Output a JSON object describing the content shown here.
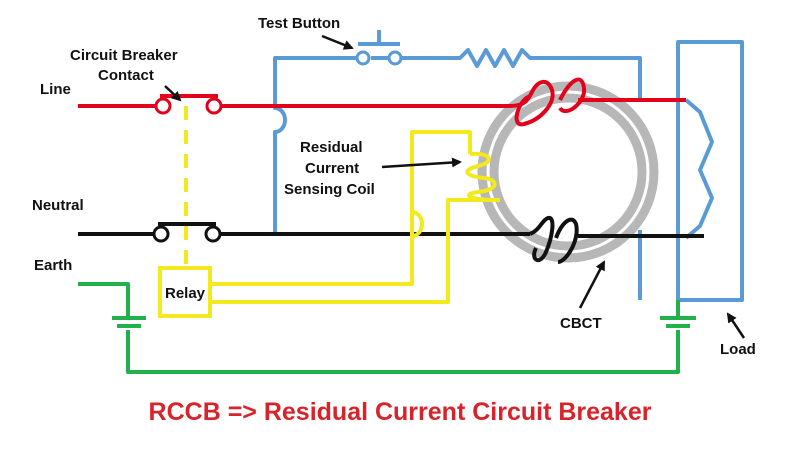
{
  "labels": {
    "test_button": "Test Button",
    "breaker_line1": "Circuit Breaker",
    "breaker_line2": "Contact",
    "line": "Line",
    "neutral": "Neutral",
    "earth": "Earth",
    "relay": "Relay",
    "sensing_line1": "Residual",
    "sensing_line2": "Current",
    "sensing_line3": "Sensing Coil",
    "cbct": "CBCT",
    "load": "Load"
  },
  "title": "RCCB => Residual Current Circuit Breaker",
  "colors": {
    "line": "#e3001b",
    "neutral": "#111111",
    "earth": "#22b04b",
    "test_circuit": "#5b9bd5",
    "sensing": "#f2ea1d",
    "core": "#b7b7b7",
    "title": "#d9232a"
  }
}
